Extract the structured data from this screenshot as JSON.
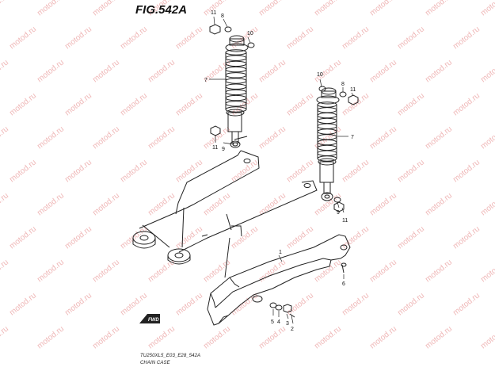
{
  "figure": {
    "title": "FIG.542A",
    "caption_model": "TU250XL5_E03_E28_542A",
    "caption_name": "CHAIN CASE"
  },
  "watermark": {
    "text": "motod.ru",
    "color": "#efb7b7"
  },
  "direction_badge": {
    "text": "FWD"
  },
  "callouts": {
    "left_shock": {
      "top_nut": "11",
      "top_washer": "8",
      "top_bushing": "10",
      "spring": "7",
      "bottom_nut": "11",
      "bottom_washer": "9"
    },
    "right_shock": {
      "top_bushing": "10",
      "top_washer": "8",
      "top_nut": "11",
      "spring": "7",
      "bottom_washer": "9",
      "bottom_nut": "11"
    },
    "chain_case": {
      "case": "1",
      "bolt_rear": "6",
      "washer_a": "5",
      "washer_b": "4",
      "nut": "3",
      "bolt": "2"
    }
  }
}
